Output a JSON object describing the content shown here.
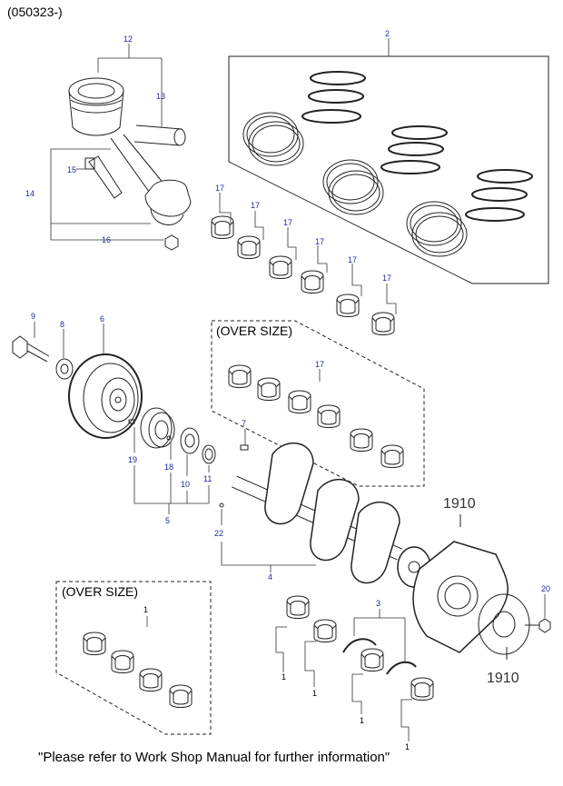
{
  "header": {
    "date_code": "(050323-)"
  },
  "boxes": {
    "oversize_upper": "(OVER SIZE)",
    "oversize_lower": "(OVER SIZE)"
  },
  "labels": {
    "n12": "12",
    "n13": "13",
    "n14": "14",
    "n15": "15",
    "n16": "16",
    "n2": "2",
    "n17_a": "17",
    "n17_b": "17",
    "n17_c": "17",
    "n17_d": "17",
    "n17_e": "17",
    "n17_f": "17",
    "n17_g": "17",
    "n9": "9",
    "n8": "8",
    "n6": "6",
    "n7": "7",
    "n19": "19",
    "n18": "18",
    "n10": "10",
    "n11": "11",
    "n5": "5",
    "n22": "22",
    "n4": "4",
    "n20": "20",
    "n3": "3",
    "n1_a": "1",
    "n1_b": "1",
    "n1_c": "1",
    "n1_d": "1",
    "n1_e": "1"
  },
  "codes": {
    "code_top": "1910",
    "code_bottom": "1910"
  },
  "footer": {
    "note": "\"Please refer to Work Shop Manual for further information\""
  }
}
